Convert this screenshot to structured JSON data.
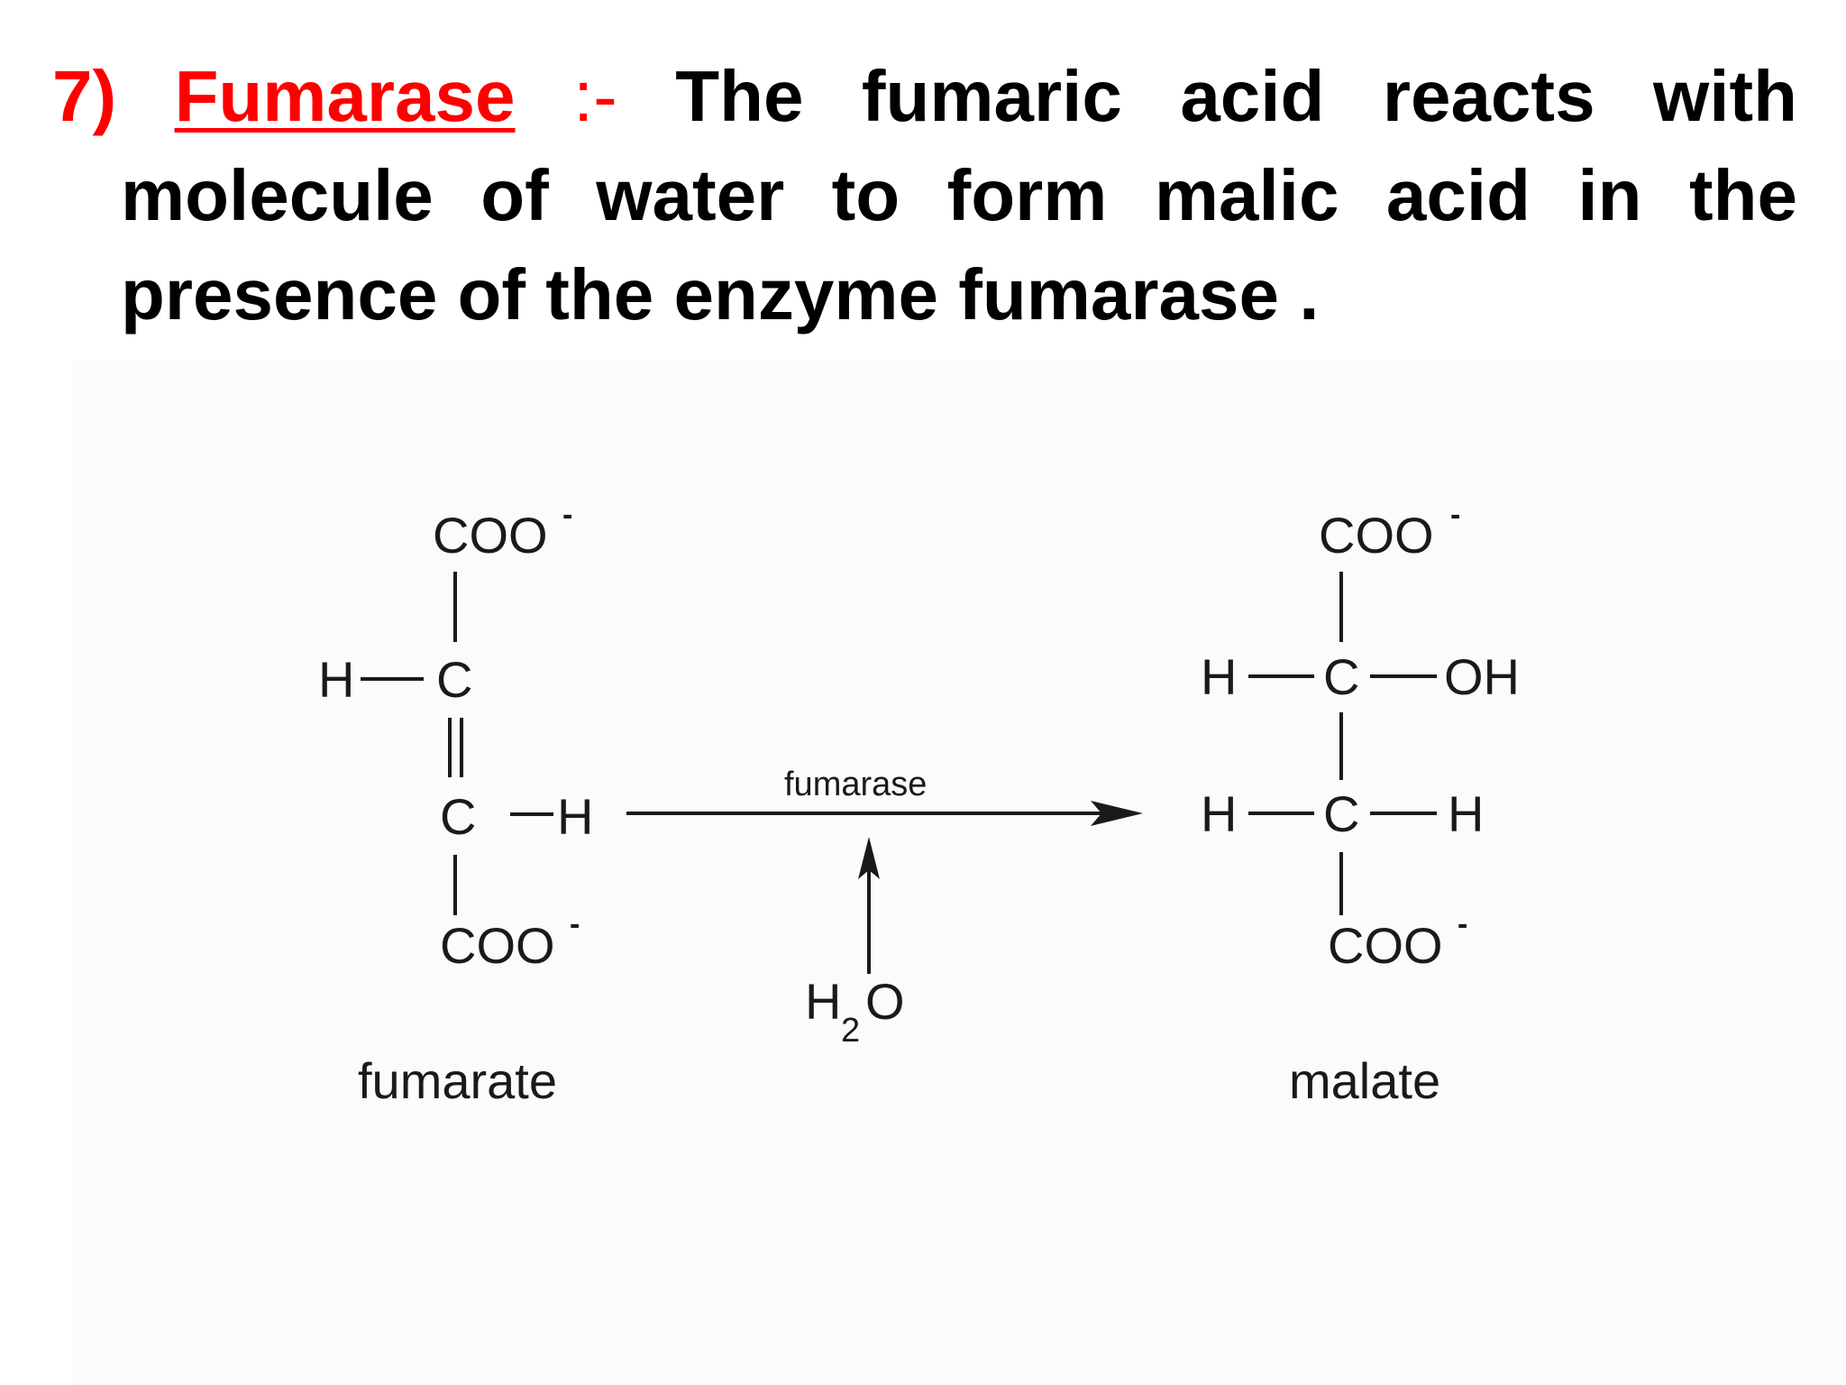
{
  "heading": {
    "number": "7)",
    "enzyme_name": "Fumarase",
    "separator": ":-",
    "line1_rest": [
      "The",
      "fumaric",
      "acid",
      "reacts",
      "with"
    ],
    "line2": [
      "molecule",
      "of",
      "water",
      "to",
      "form",
      "malic",
      "acid",
      "in",
      "the"
    ],
    "line3": "presence of the enzyme fumarase ."
  },
  "colors": {
    "accent": "#ff0000",
    "text": "#000000"
  },
  "diagram": {
    "fumarate": {
      "top_group": "COO",
      "top_charge": "-",
      "c1": "C",
      "h_left": "H",
      "c2": "C",
      "h_right": "H",
      "bottom_group": "COO",
      "bottom_charge": "-",
      "caption": "fumarate"
    },
    "arrow": {
      "enzyme_label": "fumarase",
      "water_h": "H",
      "water_sub": "2",
      "water_o": "O"
    },
    "malate": {
      "top_group": "COO",
      "top_charge": "-",
      "c1": "C",
      "h1": "H",
      "oh": "OH",
      "c2": "C",
      "h2_left": "H",
      "h2_right": "H",
      "bottom_group": "COO",
      "bottom_charge": "-",
      "caption": "malate"
    }
  }
}
